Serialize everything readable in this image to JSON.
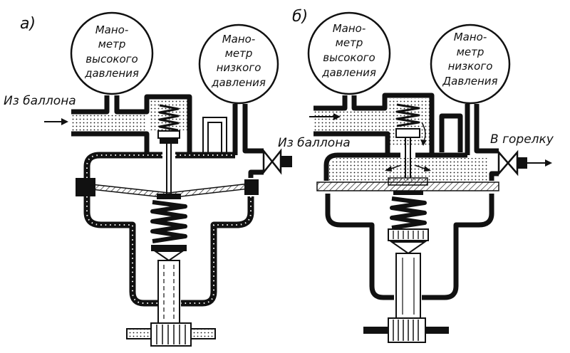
{
  "diagram": {
    "panel_a": {
      "label": "а)",
      "inlet_label": "Из баллона",
      "high_gauge": {
        "lines": [
          "Мано-",
          "метр",
          "высокого",
          "давления"
        ]
      },
      "low_gauge": {
        "lines": [
          "Мано-",
          "метр",
          "низкого",
          "давления"
        ]
      }
    },
    "panel_b": {
      "label": "б)",
      "inlet_label": "Из баллона",
      "outlet_label": "В горелку",
      "high_gauge": {
        "lines": [
          "Мано-",
          "метр",
          "высокого",
          "давления"
        ]
      },
      "low_gauge": {
        "lines": [
          "Мано-",
          "метр",
          "низкого",
          "Давления"
        ]
      }
    }
  }
}
